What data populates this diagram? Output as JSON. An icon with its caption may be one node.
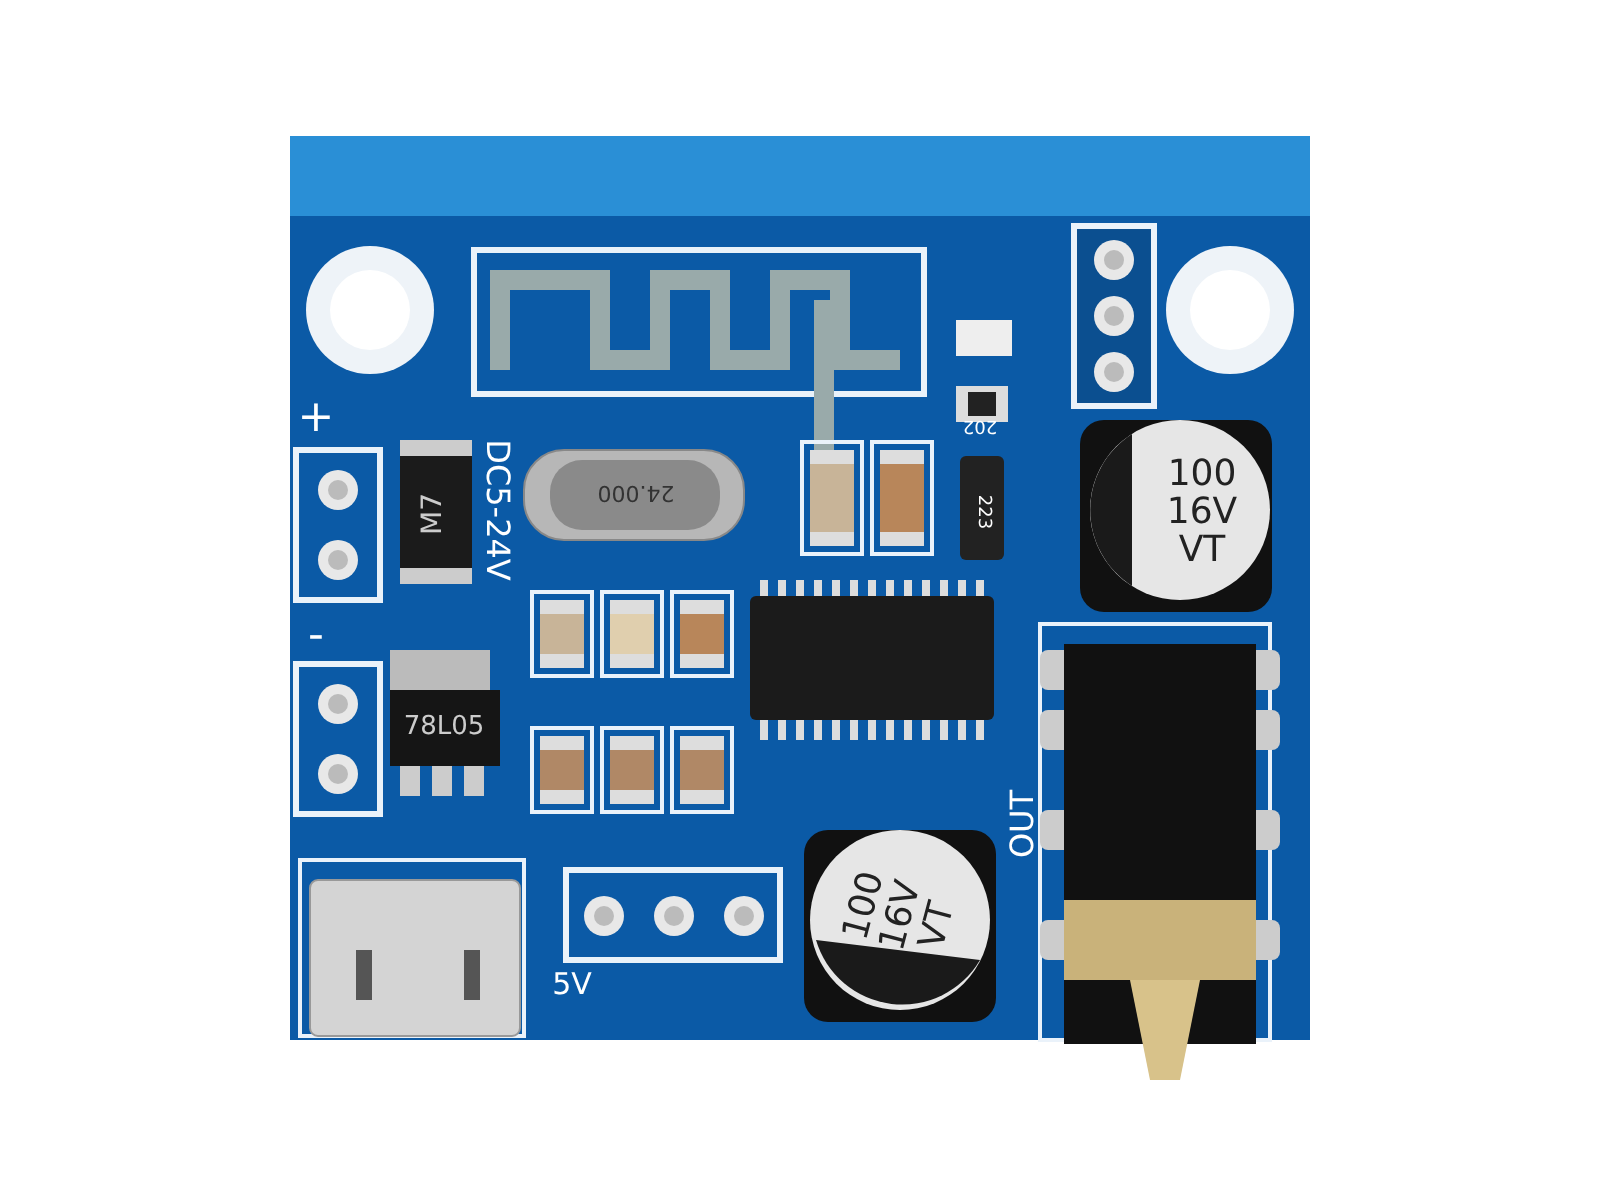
{
  "diagram": {
    "labels": [
      "202",
      "+",
      "DC5-24V",
      "M7",
      "24.000",
      "223",
      "100 16V VT",
      "-",
      "78L05",
      "OUT",
      "100 16V VT",
      "5V"
    ]
  }
}
